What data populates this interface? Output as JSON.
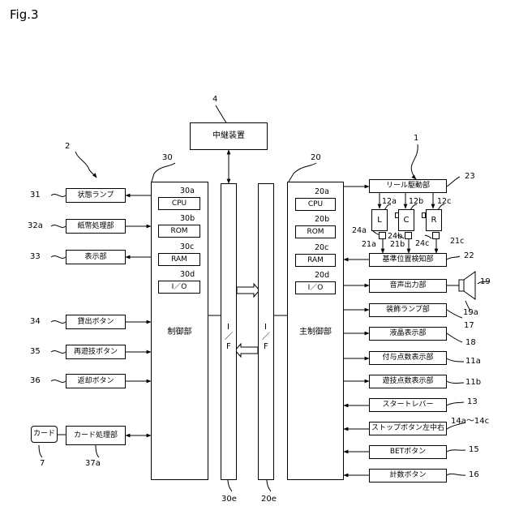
{
  "figure": "Fig.3",
  "relay": {
    "label": "中継装置",
    "ref": "4"
  },
  "system_ref": "1",
  "group_ref": "2",
  "left_inputs": [
    {
      "ref": "31",
      "label": "状態ランプ"
    },
    {
      "ref": "32a",
      "label": "紙幣処理部"
    },
    {
      "ref": "33",
      "label": "表示部"
    },
    {
      "ref": "34",
      "label": "貸出ボタン"
    },
    {
      "ref": "35",
      "label": "再遊技ボタン"
    },
    {
      "ref": "36",
      "label": "返却ボタン"
    },
    {
      "ref": "37a",
      "label": "カード処理部"
    }
  ],
  "card": {
    "label": "カード",
    "ref": "7"
  },
  "controller": {
    "ref": "30",
    "label": "制御部",
    "chips": [
      {
        "ref": "30a",
        "label": "CPU"
      },
      {
        "ref": "30b",
        "label": "ROM"
      },
      {
        "ref": "30c",
        "label": "RAM"
      },
      {
        "ref": "30d",
        "label": "I／O"
      }
    ]
  },
  "interface_left": {
    "ref": "30e",
    "chars": [
      "I",
      "／",
      "F"
    ]
  },
  "interface_right": {
    "ref": "20e",
    "chars": [
      "I",
      "／",
      "F"
    ]
  },
  "main_controller": {
    "ref": "20",
    "label": "主制御部",
    "chips": [
      {
        "ref": "20a",
        "label": "CPU"
      },
      {
        "ref": "20b",
        "label": "ROM"
      },
      {
        "ref": "20c",
        "label": "RAM"
      },
      {
        "ref": "20d",
        "label": "I／O"
      }
    ]
  },
  "reel_drive": {
    "ref": "23",
    "label": "リール駆動部"
  },
  "reels": [
    {
      "letter": "L",
      "ref": "12a",
      "motor_ref": "24a",
      "sensor_ref": "21a"
    },
    {
      "letter": "C",
      "ref": "12b",
      "motor_ref": "24b",
      "sensor_ref": "21b"
    },
    {
      "letter": "R",
      "ref": "12c",
      "motor_ref": "24c",
      "sensor_ref": "21c"
    }
  ],
  "right_outputs": [
    {
      "ref": "22",
      "label": "基準位置検知部"
    },
    {
      "ref": "19a",
      "label": "音声出力部"
    },
    {
      "ref": "17",
      "label": "装飾ランプ部"
    },
    {
      "ref": "18",
      "label": "液晶表示部"
    },
    {
      "ref": "11a",
      "label": "付与点数表示部"
    },
    {
      "ref": "11b",
      "label": "遊技点数表示部"
    },
    {
      "ref": "13",
      "label": "スタートレバー"
    },
    {
      "ref": "14a～14c",
      "label": "ストップボタン左中右"
    },
    {
      "ref": "15",
      "label": "BETボタン"
    },
    {
      "ref": "16",
      "label": "計数ボタン"
    }
  ],
  "speaker_ref": "19"
}
